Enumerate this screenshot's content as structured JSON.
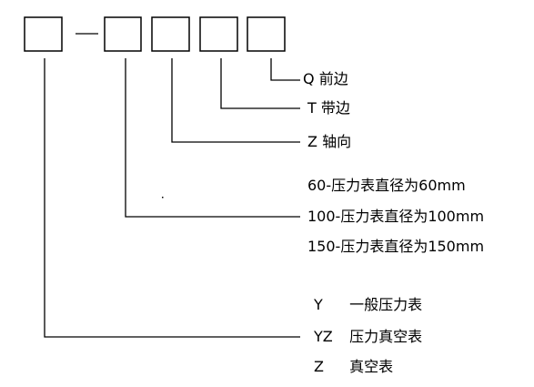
{
  "model_code": {
    "separator": "—",
    "placeholders": [
      "",
      "",
      "",
      "",
      ""
    ]
  },
  "options": [
    {
      "code": "Q",
      "meaning": "前边"
    },
    {
      "code": "T",
      "meaning": "带边"
    },
    {
      "code": "Z",
      "meaning": "轴向"
    },
    {
      "text": "60-压力表直径为60mm"
    },
    {
      "text": "100-压力表直径为100mm"
    },
    {
      "text": "150-压力表直径为150mm"
    },
    {
      "code": "Y",
      "meaning": "一般压力表"
    },
    {
      "code": "YZ",
      "meaning": "压力真空表"
    },
    {
      "code": "Z",
      "meaning": "真空表"
    }
  ]
}
